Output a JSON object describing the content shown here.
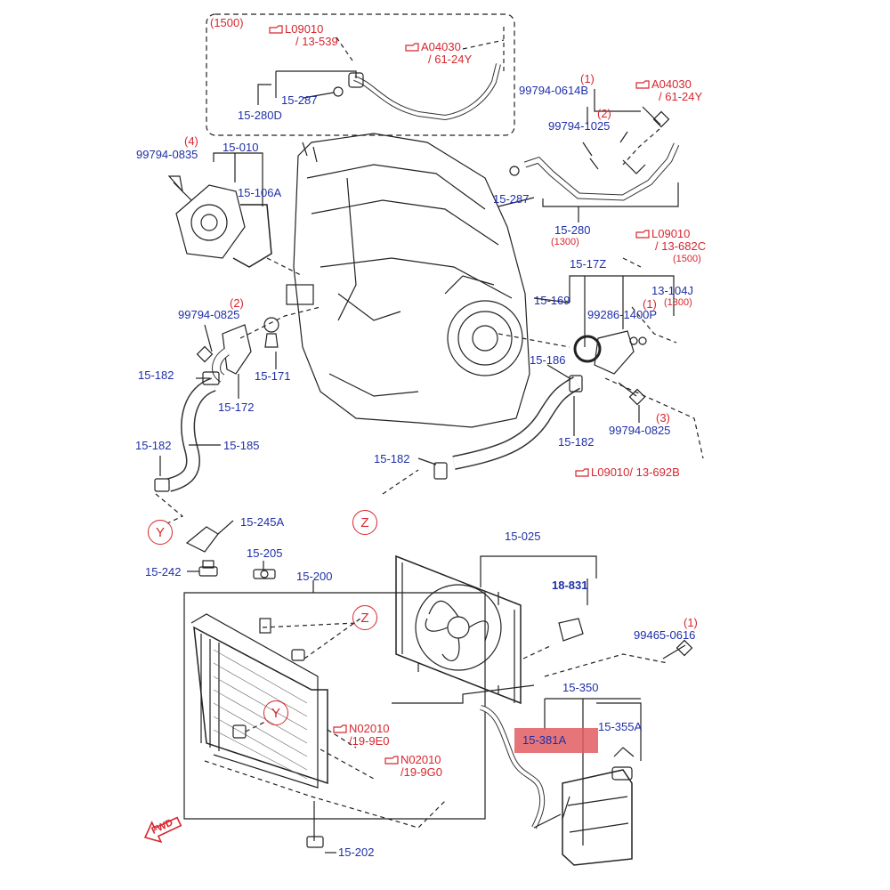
{
  "colors": {
    "part_label": "#1f2fa8",
    "reference": "#d8262e",
    "line": "#222222",
    "highlight": "#e25d61"
  },
  "group_label": "(1500)",
  "parts": {
    "p15_280d": "15-280D",
    "p15_287_top": "15-287",
    "p99794_0614b": "99794-0614B",
    "qty1_a": "(1)",
    "p99794_1025": "99794-1025",
    "qty2_a": "(2)",
    "p99794_0835": "99794-0835",
    "qty4": "(4)",
    "p15_010": "15-010",
    "p15_106a": "15-106A",
    "p15_287": "15-287",
    "p15_280": "15-280",
    "p15_280_sub": "(1300)",
    "p15_17z": "15-17Z",
    "p13_104j": "13-104J",
    "p13_104j_sub": "(1300)",
    "p15_169": "15-169",
    "p99286_1400p": "99286-1400P",
    "qty1_b": "(1)",
    "p99794_0825_left": "99794-0825",
    "qty2_b": "(2)",
    "p15_182_a": "15-182",
    "p15_171": "15-171",
    "p15_172": "15-172",
    "p15_186": "15-186",
    "p15_182_b": "15-182",
    "qty3": "(3)",
    "p99794_0825_right": "99794-0825",
    "p15_182_c": "15-182",
    "p15_185": "15-185",
    "p15_182_d": "15-182",
    "p15_245a": "15-245A",
    "p15_025": "15-025",
    "p15_205": "15-205",
    "p15_242": "15-242",
    "p15_200": "15-200",
    "p18_831": "18-831",
    "qty1_c": "(1)",
    "p99465_0616": "99465-0616",
    "p15_350": "15-350",
    "p15_355a": "15-355A",
    "p15_381a": "15-381A",
    "p15_202": "15-202"
  },
  "references": {
    "r_l09010_539": {
      "code": "L09010",
      "page": "/ 13-539"
    },
    "r_a04030_top": {
      "code": "A04030",
      "page": "/ 61-24Y"
    },
    "r_a04030_right": {
      "code": "A04030",
      "page": "/ 61-24Y"
    },
    "r_l09010_682c": {
      "code": "L09010",
      "page": "/ 13-682C",
      "sub": "(1500)"
    },
    "r_l09010_692b": {
      "code": "L09010/ 13-692B"
    },
    "r_n02010_9e0": {
      "code": "N02010",
      "page": "/19-9E0"
    },
    "r_n02010_9g0": {
      "code": "N02010",
      "page": "/19-9G0"
    }
  },
  "connectors": {
    "y_top": "Y",
    "z_top": "Z",
    "z_radiator": "Z",
    "y_radiator": "Y"
  },
  "fwd_label": "FWD"
}
